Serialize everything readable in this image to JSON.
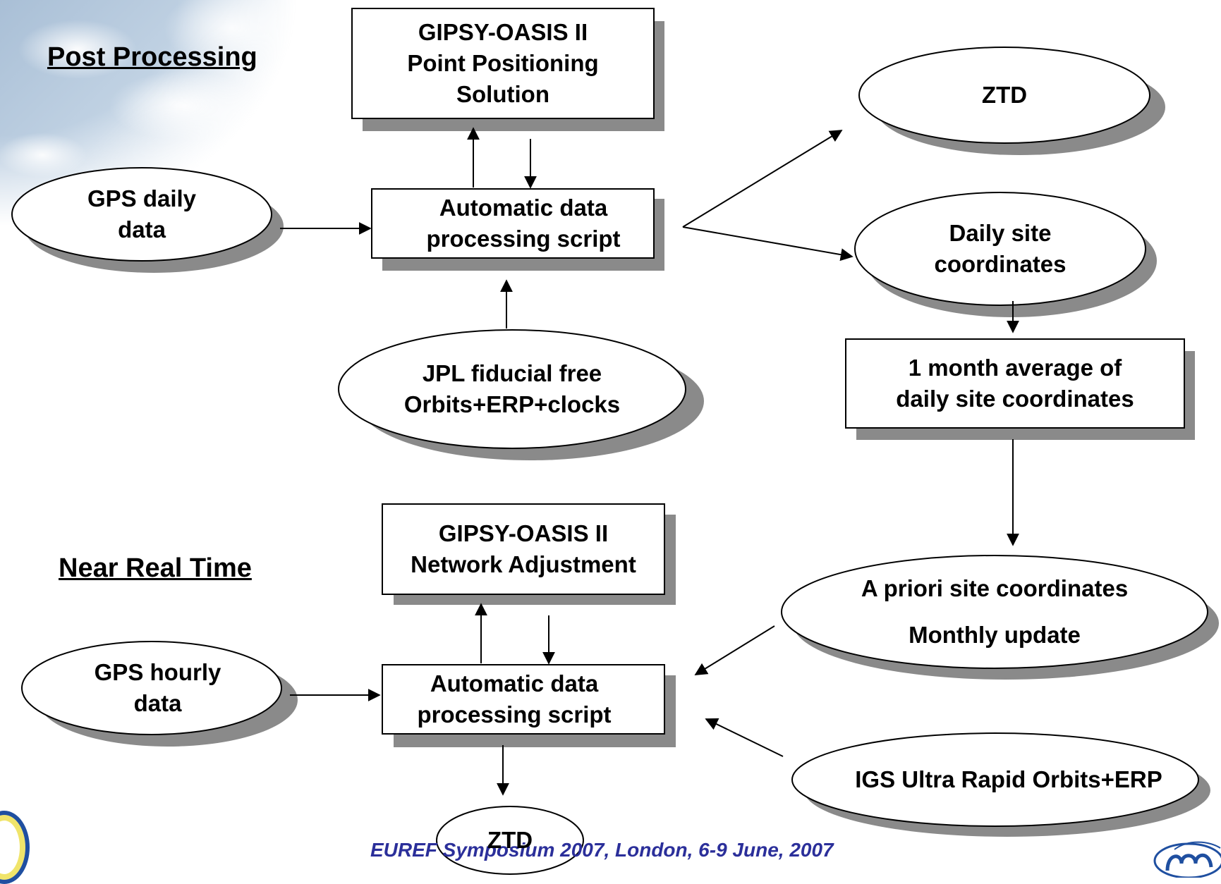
{
  "headings": {
    "post_processing": "Post Processing",
    "near_real_time": "Near Real Time"
  },
  "post": {
    "gipsy_line1": "GIPSY-OASIS II",
    "gipsy_line2": "Point Positioning",
    "gipsy_line3": "Solution",
    "gps_line1": "GPS daily",
    "gps_line2": "data",
    "script_line1": "Automatic data",
    "script_line2": "processing script",
    "jpl_line1": "JPL fiducial free",
    "jpl_line2": "Orbits+ERP+clocks",
    "ztd": "ZTD",
    "daily_line1": "Daily site",
    "daily_line2": "coordinates",
    "month_line1": "1 month average of",
    "month_line2": "daily site coordinates"
  },
  "nrt": {
    "gipsy_line1": "GIPSY-OASIS II",
    "gipsy_line2": "Network Adjustment",
    "gps_line1": "GPS hourly",
    "gps_line2": "data",
    "script_line1": "Automatic data",
    "script_line2": "processing script",
    "apriori_line1": "A priori site coordinates",
    "apriori_line2": "Monthly update",
    "igs": "IGS Ultra Rapid Orbits+ERP",
    "ztd": "ZTD"
  },
  "footer": "EUREF Symposium 2007, London, 6-9 June, 2007",
  "colors": {
    "footer": "#2b2f9a",
    "shadow": "#8a8a8a",
    "outline": "#000000"
  },
  "icons": [
    "cloud-sky-decoration",
    "left-logo-icon",
    "right-logo-icon"
  ]
}
